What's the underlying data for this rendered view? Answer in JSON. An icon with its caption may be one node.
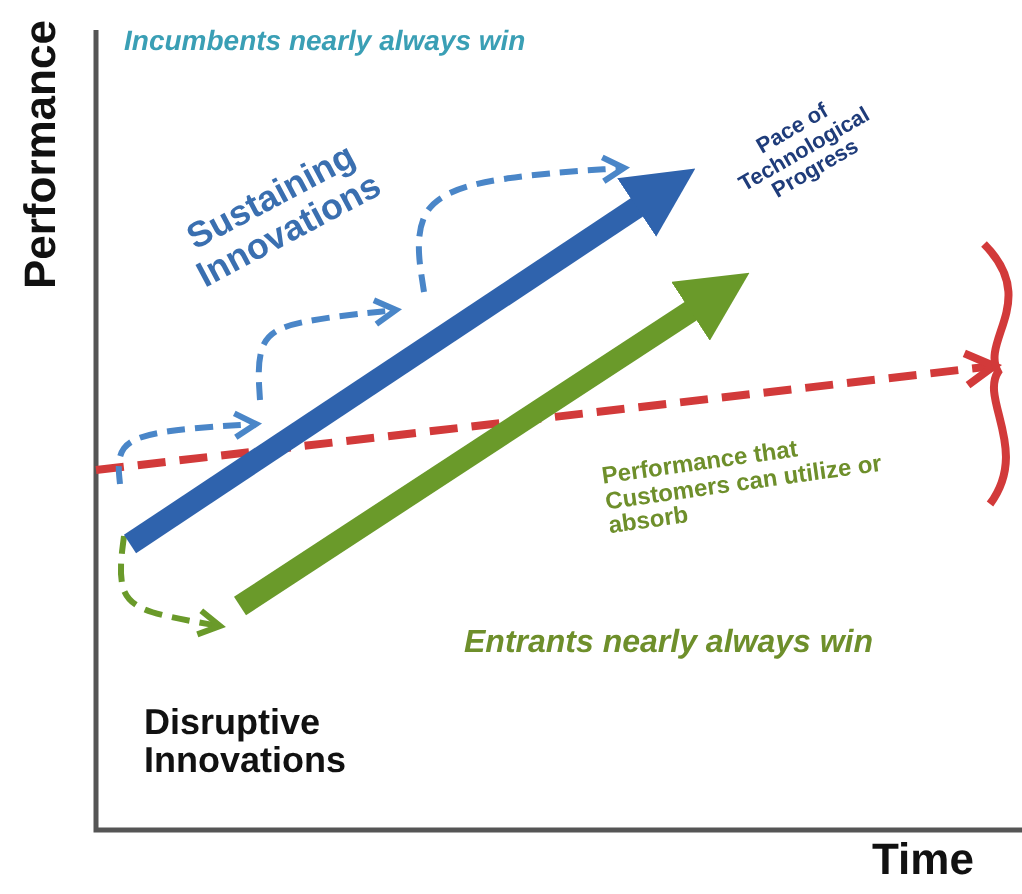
{
  "diagram": {
    "labels": [
      "Performance",
      "Incumbents nearly always win",
      "Sustaining Innovations",
      "Pace of Technological Progress",
      "Performance that Customers can utilize or absorb",
      "Entrants nearly always win",
      "Disruptive Innovations",
      "Time"
    ]
  }
}
